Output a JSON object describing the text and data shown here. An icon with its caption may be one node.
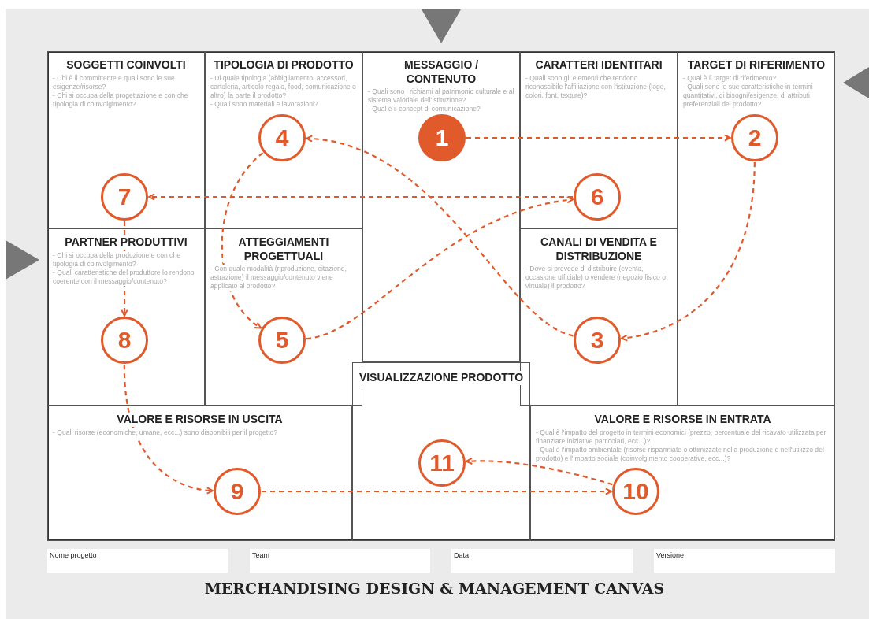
{
  "diagram": {
    "title": "MERCHANDISING DESIGN & MANAGEMENT CANVAS",
    "nodes": [
      {
        "text": [
          "SOGGETTI COINVOLTI",
          "- Chi è il committente e quali sono le sue esigenze/risorse?",
          "- Chi si occupa della progettazione e con che tipologia di coinvolgimento?"
        ]
      },
      {
        "text": [
          "7"
        ],
        "in": 0
      },
      {
        "text": [
          "TIPOLOGIA DI PRODOTTO",
          "- Di quale tipologia (abbigliamento, accessori, cartoleria, articolo regalo, food, comunicazione o altro) fa parte il prodotto?",
          "- Quali sono materiali e lavorazioni?"
        ]
      },
      {
        "text": [
          "4"
        ],
        "in": 2
      },
      {
        "text": [
          "MESSAGGIO / CONTENUTO",
          "- Quali sono i richiami al patrimonio culturale e al sistema valoriale dell'istituzione?",
          "- Qual è il concept di comunicazione?"
        ]
      },
      {
        "text": [
          "1"
        ],
        "in": 4
      },
      {
        "text": [
          "CARATTERI IDENTITARI",
          "- Quali sono gli elementi che rendono riconoscibile l'affiliazione con l'istituzione (logo, colori. font, texture)?"
        ]
      },
      {
        "text": [
          "6"
        ],
        "in": 6
      },
      {
        "text": [
          "TARGET DI RIFERIMENTO",
          "- Qual è il target di riferimento?",
          "- Quali sono le sue caratteristiche in termini quantitativi, di bisogni/esigenze, di attributi preferenziali del prodotto?"
        ]
      },
      {
        "text": [
          "2"
        ],
        "in": 8
      },
      {
        "text": [
          "PARTNER PRODUTTIVI",
          "- Chi si occupa della produzione e con che tipologia di coinvolgimento?",
          "- Quali caratteristiche del produttore lo rendono coerente con il messaggio/contenuto?"
        ]
      },
      {
        "text": [
          "8"
        ],
        "in": 10
      },
      {
        "text": [
          "ATTEGGIAMENTI PROGETTUALI",
          "- Con quale modalità (riproduzione, citazione, astrazione) il messaggio/contenuto viene applicato al prodotto?"
        ]
      },
      {
        "text": [
          "5"
        ],
        "in": 12
      },
      {
        "text": [
          "CANALI DI VENDITA E DISTRIBUZIONE",
          "- Dove si prevede di distribuire (evento, occasione ufficiale) o vendere (negozio fisico o virtuale) il prodotto?"
        ]
      },
      {
        "text": [
          "3"
        ],
        "in": 14
      },
      {
        "text": [
          "VISUALIZZAZIONE PRODOTTO"
        ]
      },
      {
        "text": [
          "11"
        ],
        "in": 16
      },
      {
        "text": [
          "VALORE E RISORSE IN USCITA",
          "- Quali risorse (economiche, umane, ecc...) sono disponibili per il progetto?"
        ]
      },
      {
        "text": [
          "9"
        ],
        "in": 18
      },
      {
        "text": [
          "VALORE E RISORSE IN ENTRATA",
          "- Qual è l'impatto del progetto in termini economici (prezzo, percentuale del ricavato utilizzata per finanziare iniziative particolari, ecc...)?",
          "- Qual è l'impatto ambientale (risorse risparmiate o ottimizzate nella produzione e nell'utilizzo del prodotto) e l'impatto sociale (coinvolgimento cooperative, ecc...)?"
        ]
      },
      {
        "text": [
          "10"
        ],
        "in": 20
      }
    ],
    "edges": [
      {
        "from": 5,
        "to": 9,
        "arrow": "to",
        "style": "dashed"
      },
      {
        "from": 9,
        "to": 15,
        "arrow": "to",
        "style": "dashed"
      },
      {
        "from": 15,
        "to": 3,
        "arrow": "to",
        "style": "dashed"
      },
      {
        "from": 3,
        "to": 13,
        "arrow": "to",
        "style": "dashed"
      },
      {
        "from": 13,
        "to": 7,
        "arrow": "to",
        "style": "dashed"
      },
      {
        "from": 7,
        "to": 1,
        "arrow": "to",
        "style": "dashed"
      },
      {
        "from": 1,
        "to": 11,
        "arrow": "to",
        "style": "dashed"
      },
      {
        "from": 11,
        "to": 19,
        "arrow": "to",
        "style": "dashed"
      },
      {
        "from": 19,
        "to": 21,
        "arrow": "to",
        "style": "dashed"
      },
      {
        "from": 21,
        "to": 17,
        "arrow": "to",
        "style": "dashed"
      }
    ],
    "labels": [
      "Nome progetto",
      "Team",
      "Data",
      "Versione"
    ]
  }
}
